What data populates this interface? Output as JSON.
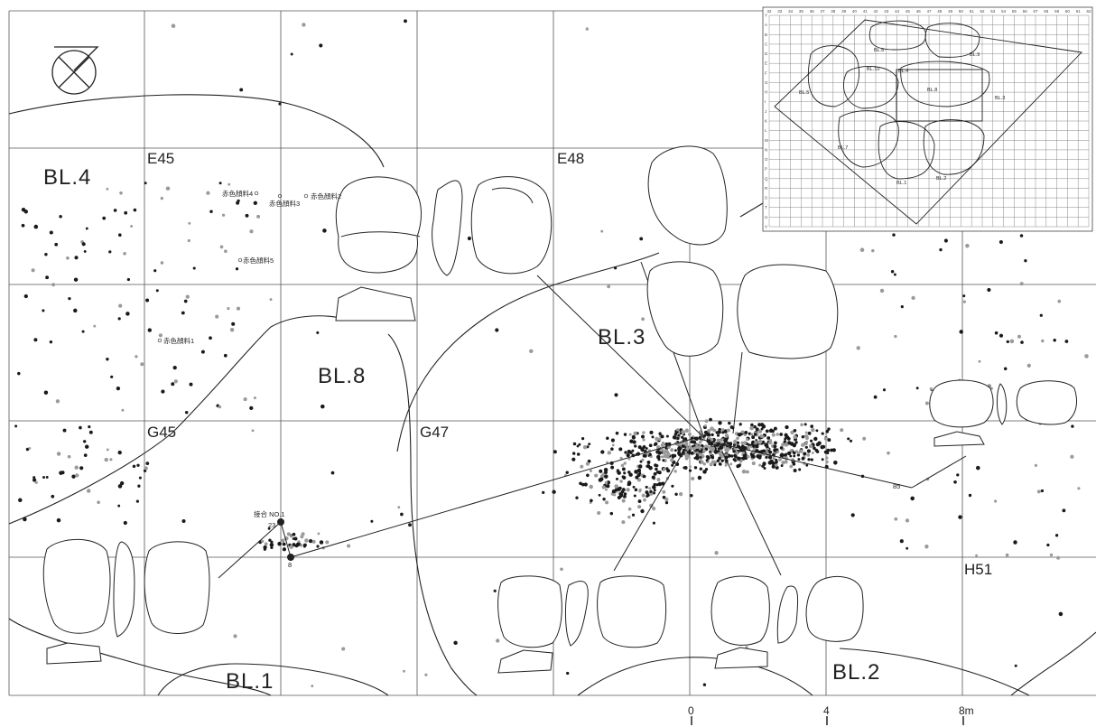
{
  "grid_labels": {
    "e45": "E45",
    "e48": "E48",
    "g45": "G45",
    "g47": "G47",
    "h51": "H51"
  },
  "block_labels": {
    "bl4": "BL.4",
    "bl8": "BL.8",
    "bl3": "BL.3",
    "bl1": "BL.1",
    "bl2": "BL.2"
  },
  "pigment_labels": {
    "p1": "赤色顔料1",
    "p2": "赤色顔料2",
    "p3": "赤色顔料3",
    "p4": "赤色顔料4",
    "p5": "赤色顔料5"
  },
  "refit_label": "接合 NO.1",
  "refit_points": {
    "a": "23",
    "b": "8",
    "c": "85"
  },
  "scale": {
    "t0": "0",
    "t4": "4",
    "t8": "8m"
  },
  "inset": {
    "top_ticks": [
      "32",
      "33",
      "34",
      "35",
      "36",
      "37",
      "38",
      "39",
      "40",
      "41",
      "42",
      "43",
      "44",
      "45",
      "46",
      "47",
      "48",
      "49",
      "50",
      "51",
      "52",
      "53",
      "54",
      "55",
      "56",
      "57",
      "58",
      "59",
      "60",
      "61",
      "62"
    ],
    "left_ticks": [
      "Y",
      "A",
      "B",
      "C",
      "D",
      "E",
      "F",
      "G",
      "H",
      "I",
      "J",
      "K",
      "L",
      "M",
      "N",
      "O",
      "P",
      "Q",
      "R",
      "S",
      "T",
      "U",
      "V"
    ],
    "block_labels": [
      "BL.6",
      "BL.9",
      "BL.10",
      "BL.4",
      "BL.5",
      "BL.8",
      "BL.3",
      "BL.7",
      "BL.1",
      "BL.2"
    ]
  },
  "colors": {
    "line": "#222222",
    "grid": "#555555",
    "dot_dark": "#1a1a1a",
    "dot_gray": "#9a9a9a"
  }
}
